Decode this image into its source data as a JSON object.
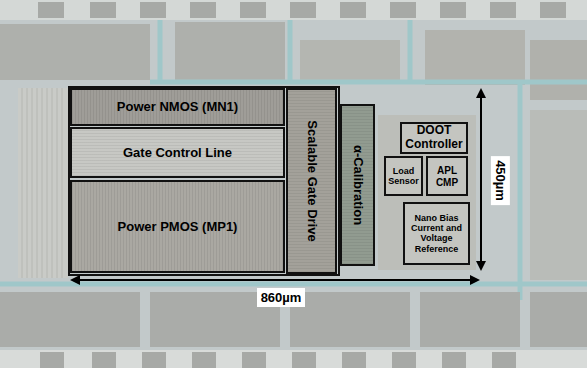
{
  "diagram": {
    "nodes": [
      {
        "text": [
          "Power NMOS (MN1)"
        ]
      },
      {
        "text": [
          "Gate Control Line"
        ]
      },
      {
        "text": [
          "Power PMOS (MP1)"
        ]
      },
      {
        "text": [
          "Scalable Gate Drive"
        ]
      },
      {
        "text": [
          "α-Calibration"
        ]
      },
      {
        "text": [
          "DOOT Controller"
        ]
      },
      {
        "text": [
          "Load Sensor"
        ]
      },
      {
        "text": [
          "APL CMP"
        ]
      },
      {
        "text": [
          "Nano Bias Current and Voltage Reference"
        ]
      }
    ],
    "labels": [
      "450µm",
      "860µm"
    ]
  }
}
